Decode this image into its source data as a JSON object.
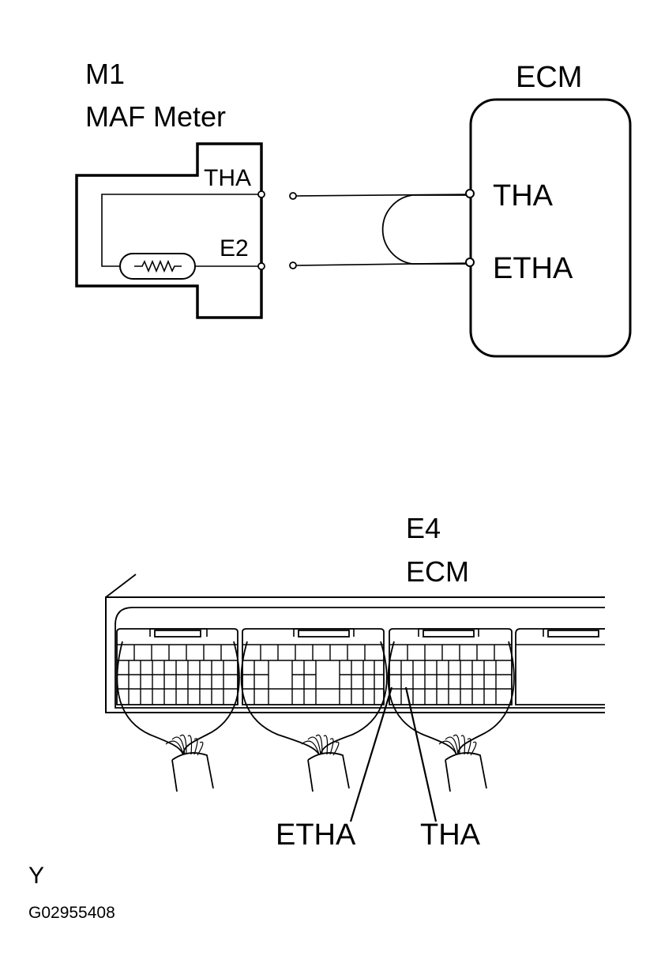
{
  "maf_meter": {
    "connector_id": "M1",
    "name": "MAF Meter",
    "terminals": {
      "tha": "THA",
      "e2": "E2"
    }
  },
  "ecm_box": {
    "name": "ECM",
    "terminals": {
      "tha": "THA",
      "etha": "ETHA"
    }
  },
  "ecm_connector": {
    "connector_id": "E4",
    "name": "ECM",
    "callouts": {
      "etha": "ETHA",
      "tha": "THA"
    }
  },
  "footer": {
    "letter": "Y",
    "code": "G02955408"
  },
  "colors": {
    "line": "#000000",
    "background": "#ffffff"
  }
}
